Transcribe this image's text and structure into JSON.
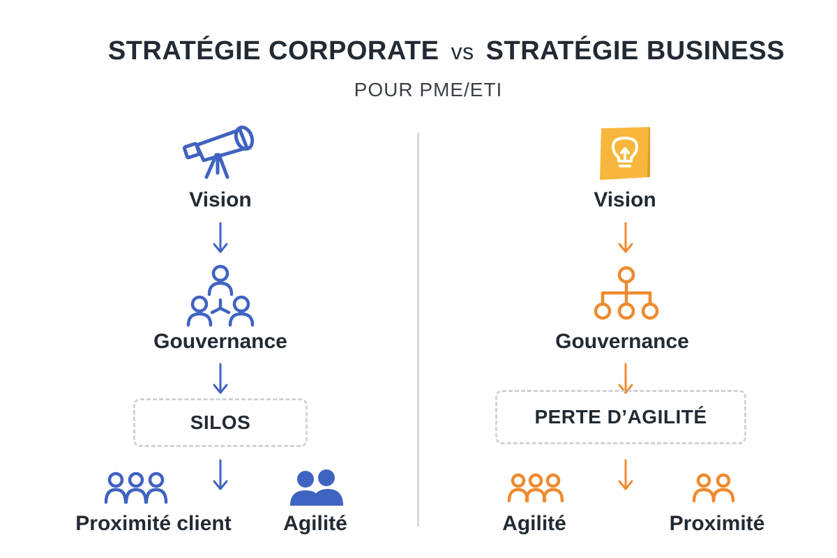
{
  "header": {
    "title_left": "STRATÉGIE CORPORATE",
    "title_vs": "vs",
    "title_right": "STRATÉGIE BUSINESS",
    "subtitle": "POUR PME/ETI"
  },
  "colors": {
    "corporate_accent": "#3f63c0",
    "business_accent": "#ee8a2e",
    "bulb_box": "#f7b73c",
    "divider": "#d6d8db",
    "box_border": "#cfd3d7"
  },
  "corporate": {
    "icon_top": "telescope-icon",
    "step1": "Vision",
    "icon_mid": "team-hierarchy-icon",
    "step2": "Gouvernance",
    "box": "SILOS",
    "outcome_left": "Proximité client",
    "outcome_left_icon": "group-outline-icon",
    "outcome_right": "Agilité",
    "outcome_right_icon": "users-solid-icon"
  },
  "business": {
    "icon_top": "lightbulb-icon",
    "step1": "Vision",
    "icon_mid": "org-chart-icon",
    "step2": "Gouvernance",
    "box": "PERTE D’AGILITÉ",
    "outcome_left": "Agilité",
    "outcome_left_icon": "group-outline-icon",
    "outcome_right": "Proximité",
    "outcome_right_icon": "pair-outline-icon"
  }
}
